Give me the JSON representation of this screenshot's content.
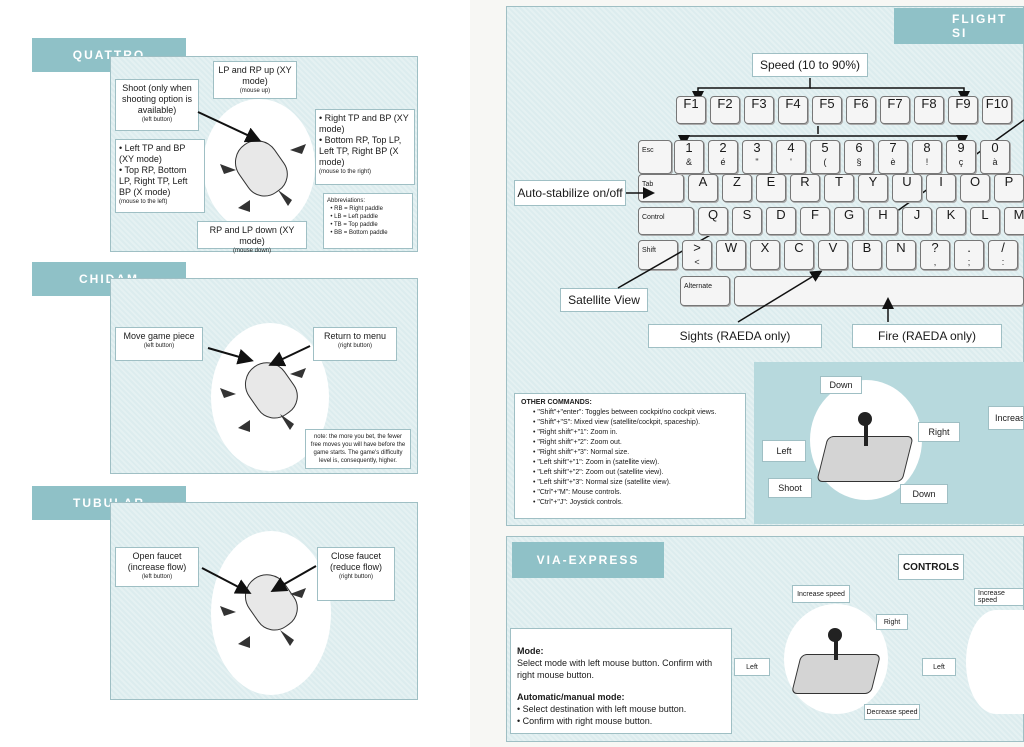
{
  "quattro": {
    "tab": "QUATTRO",
    "shoot": "Shoot (only when shooting option is available)",
    "shoot_sub": "(left button)",
    "up": "LP and RP up (XY mode)",
    "up_sub": "(mouse up)",
    "right_items": [
      "Right TP and BP (XY mode)",
      "Bottom RP, Top LP, Left TP, Right BP (X mode)"
    ],
    "right_sub": "(mouse to the right)",
    "left_items": [
      "Left TP and BP (XY mode)",
      "Top RP, Bottom LP, Right TP, Left BP (X mode)"
    ],
    "left_sub": "(mouse to the left)",
    "down": "RP and LP down (XY mode)",
    "down_sub": "(mouse down)",
    "abbr_title": "Abbreviations:",
    "abbr": [
      "RB = Right paddle",
      "LB = Left paddle",
      "TB = Top paddle",
      "BB = Bottom paddle"
    ]
  },
  "chidam": {
    "tab": "CHIDAM",
    "move": "Move game piece",
    "move_sub": "(left button)",
    "return": "Return to menu",
    "return_sub": "(right button)",
    "note": "note: the more you bet, the fewer free moves you will have before the game starts. The game's difficulty level is, consequently, higher."
  },
  "tubular": {
    "tab": "TUBULAR",
    "open": "Open faucet (increase flow)",
    "open_sub": "(left button)",
    "close": "Close faucet (reduce flow)",
    "close_sub": "(right button)"
  },
  "flight": {
    "tab": "FLIGHT SI",
    "speed": "Speed (10 to 90%)",
    "auto": "Auto-stabilize on/off",
    "satellite": "Satellite View",
    "sights": "Sights (RAEDA only)",
    "fire": "Fire (RAEDA only)",
    "fkeys": [
      "F1",
      "F2",
      "F3",
      "F4",
      "F5",
      "F6",
      "F7",
      "F8",
      "F9",
      "F10"
    ],
    "num_keys": [
      {
        "top": "1",
        "bot": "&"
      },
      {
        "top": "2",
        "bot": "é"
      },
      {
        "top": "3",
        "bot": "\""
      },
      {
        "top": "4",
        "bot": "'"
      },
      {
        "top": "5",
        "bot": "("
      },
      {
        "top": "6",
        "bot": "§"
      },
      {
        "top": "7",
        "bot": "è"
      },
      {
        "top": "8",
        "bot": "!"
      },
      {
        "top": "9",
        "bot": "ç"
      },
      {
        "top": "0",
        "bot": "à"
      }
    ],
    "row_a": [
      "A",
      "Z",
      "E",
      "R",
      "T",
      "Y",
      "U",
      "I",
      "O",
      "P"
    ],
    "row_q": [
      "Q",
      "S",
      "D",
      "F",
      "G",
      "H",
      "J",
      "K",
      "L",
      "M"
    ],
    "row_w": [
      {
        "top": ">",
        "bot": "<"
      },
      {
        "top": "W",
        "bot": ""
      },
      {
        "top": "X",
        "bot": ""
      },
      {
        "top": "C",
        "bot": ""
      },
      {
        "top": "V",
        "bot": ""
      },
      {
        "top": "B",
        "bot": ""
      },
      {
        "top": "N",
        "bot": ""
      },
      {
        "top": "?",
        "bot": ","
      },
      {
        "top": ".",
        "bot": ";"
      },
      {
        "top": "/",
        "bot": ":"
      }
    ],
    "esc": "Esc",
    "tab_key": "Tab",
    "control": "Control",
    "shift": "Shift",
    "alternate": "Alternate",
    "other_title": "OTHER COMMANDS:",
    "other": [
      "\"Shift\"+\"enter\": Toggles between cockpit/no cockpit views.",
      "\"Shift\"+\"S\": Mixed view (satellite/cockpit, spaceship).",
      "\"Right shift\"+\"1\": Zoom in.",
      "\"Right shift\"+\"2\": Zoom out.",
      "\"Right shift\"+\"3\": Normal size.",
      "\"Left shift\"+\"1\": Zoom in (satellite view).",
      "\"Left shift\"+\"2\": Zoom out (satellite view).",
      "\"Left shift\"+\"3\": Normal size (satellite view).",
      "\"Ctrl\"+\"M\": Mouse controls.",
      "\"Ctrl\"+\"J\": Joystick controls."
    ],
    "joy_down_top": "Down",
    "joy_right": "Right",
    "joy_left": "Left",
    "joy_shoot": "Shoot",
    "joy_down": "Down",
    "joy_increase": "Increas"
  },
  "via": {
    "tab": "VIA-EXPRESS",
    "controls": "CONTROLS",
    "mode_title": "Mode:",
    "mode_text": "Select mode with left mouse button. Confirm with right mouse button.",
    "auto_title": "Automatic/manual mode:",
    "auto_items": [
      "Select destination with left mouse button.",
      "Confirm with right mouse button."
    ],
    "increase": "Increase speed",
    "right": "Right",
    "left": "Left",
    "decrease": "Decrease speed",
    "increase2": "Increase speed",
    "left2": "Left"
  }
}
